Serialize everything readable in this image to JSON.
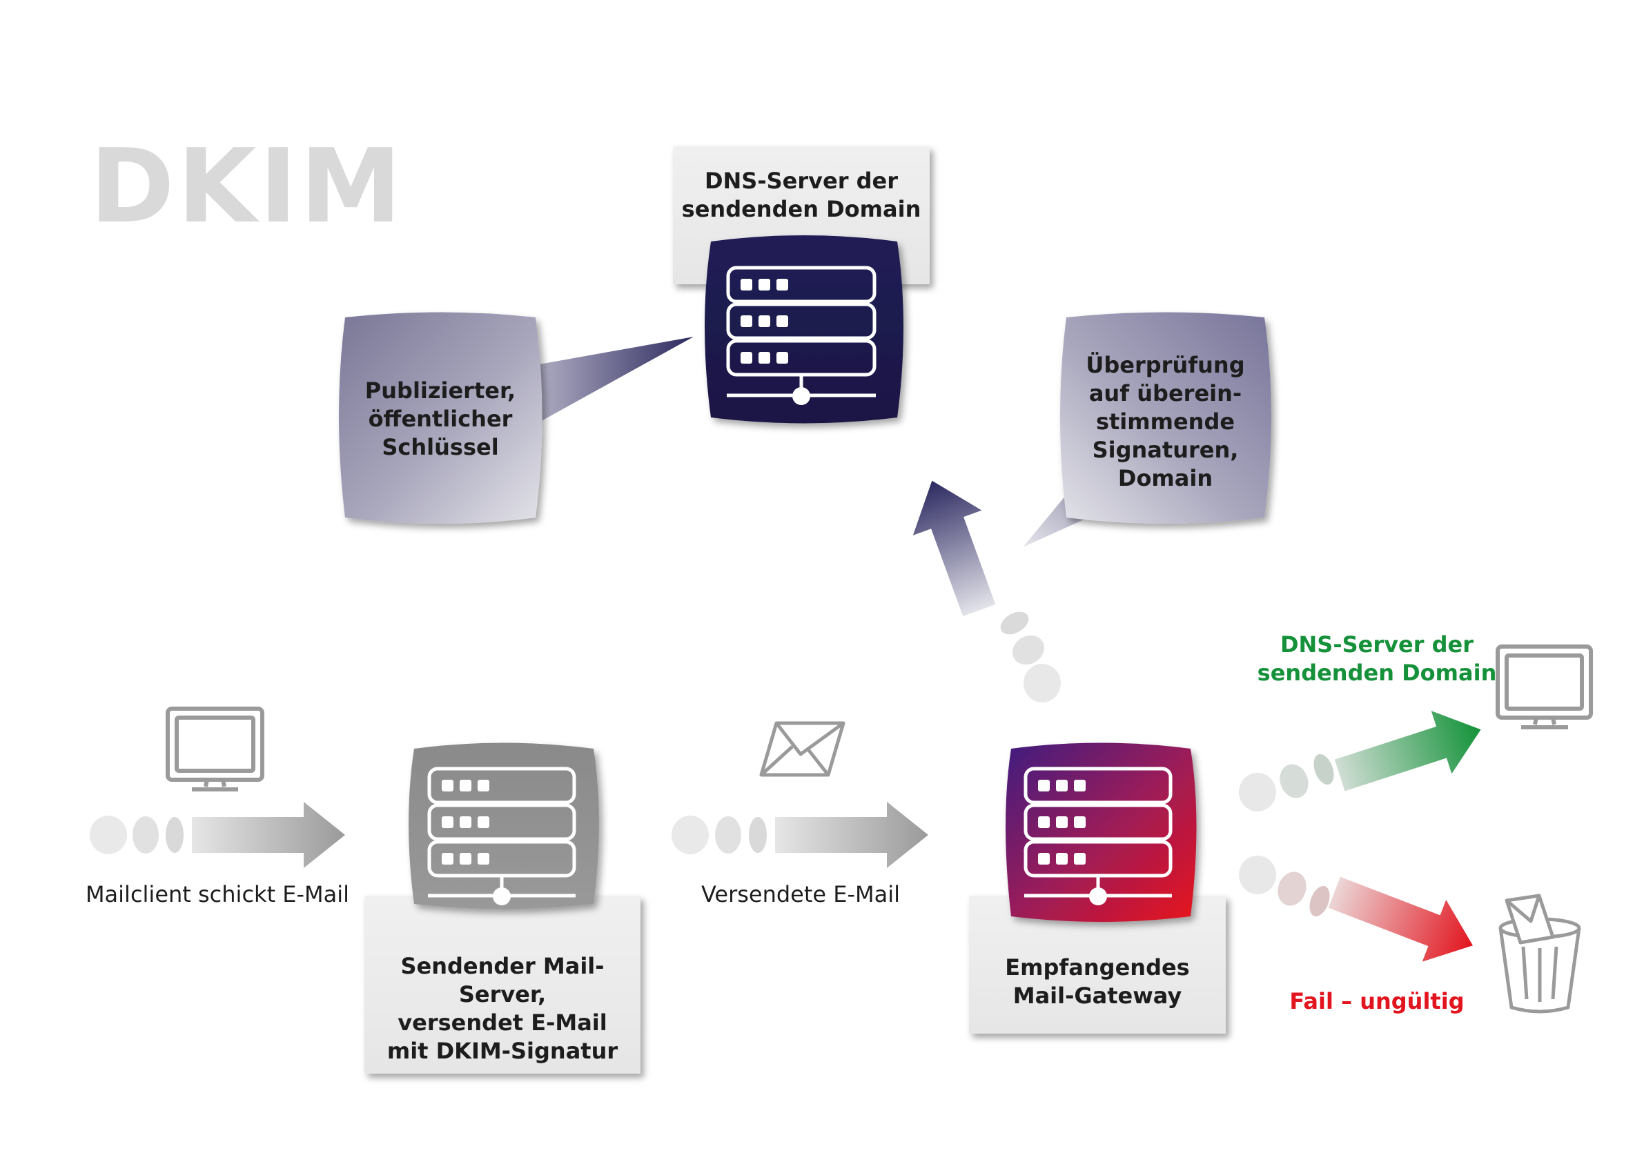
{
  "title": "DKIM",
  "dns_server_card": {
    "label": "DNS-Server der\nsendenden Domain"
  },
  "bubble_public_key": {
    "label": "Publizierter,\nöffentlicher\nSchlüssel"
  },
  "bubble_verify": {
    "label": "Überprüfung\nauf überein-\nstimmende\nSignaturen,\nDomain"
  },
  "mailclient": {
    "label": "Mailclient schickt E-Mail"
  },
  "sending_server": {
    "label": "Sendender Mail-Server,\nversendet E-Mail\nmit DKIM-Signatur"
  },
  "sent_email": {
    "label": "Versendete E-Mail"
  },
  "receiving_gateway": {
    "label": "Empfangendes\nMail-Gateway"
  },
  "outcome_pass": {
    "label": "DNS-Server der\nsendenden Domain",
    "color": "#15913a"
  },
  "outcome_fail": {
    "label": "Fail – ungültig",
    "color": "#e2141e"
  },
  "colors": {
    "dns_server": "#1e1a4f",
    "sending_server": "#8c8c8c",
    "gateway_top": "#4a1d7a",
    "gateway_bottom": "#e2141e",
    "arrow_gray": "#a0a0a0",
    "arrow_navy": "#2c2960"
  },
  "icons": [
    "monitor-icon",
    "server-icon",
    "envelope-icon",
    "trash-icon",
    "arrow-icon"
  ]
}
